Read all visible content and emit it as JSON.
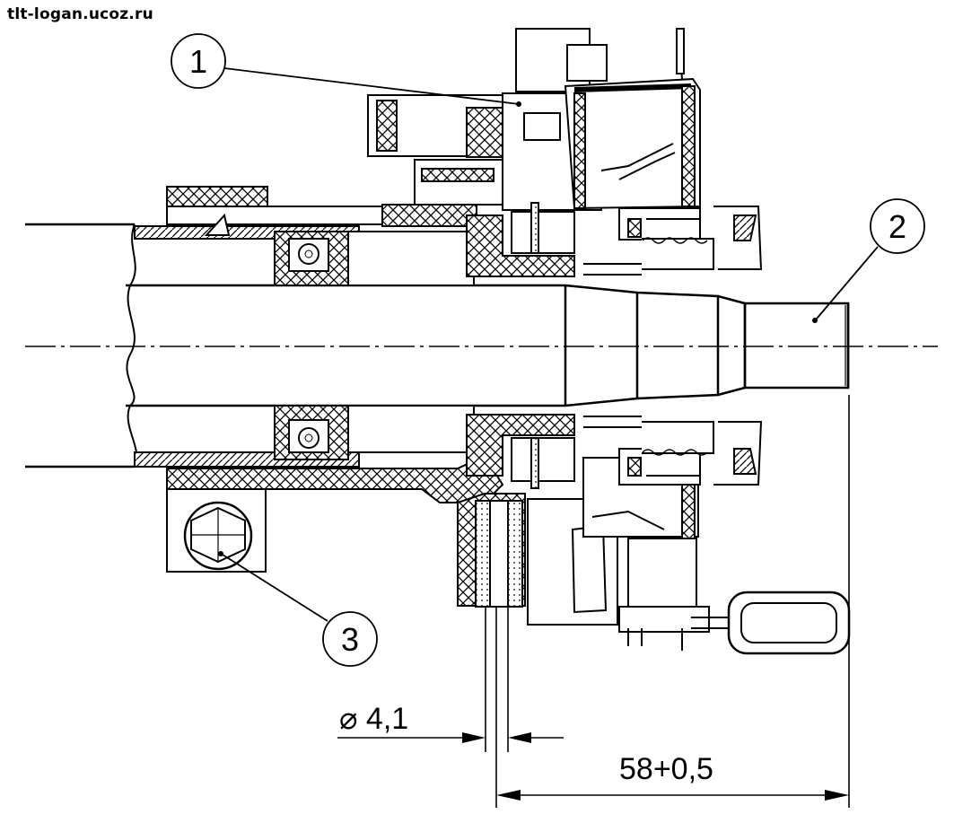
{
  "watermark": "tlt-logan.ucoz.ru",
  "callouts": [
    {
      "id": "1",
      "label": "1"
    },
    {
      "id": "2",
      "label": "2"
    },
    {
      "id": "3",
      "label": "3"
    }
  ],
  "dimensions": {
    "diameter": "⌀ 4,1",
    "length": "58+0,5"
  }
}
